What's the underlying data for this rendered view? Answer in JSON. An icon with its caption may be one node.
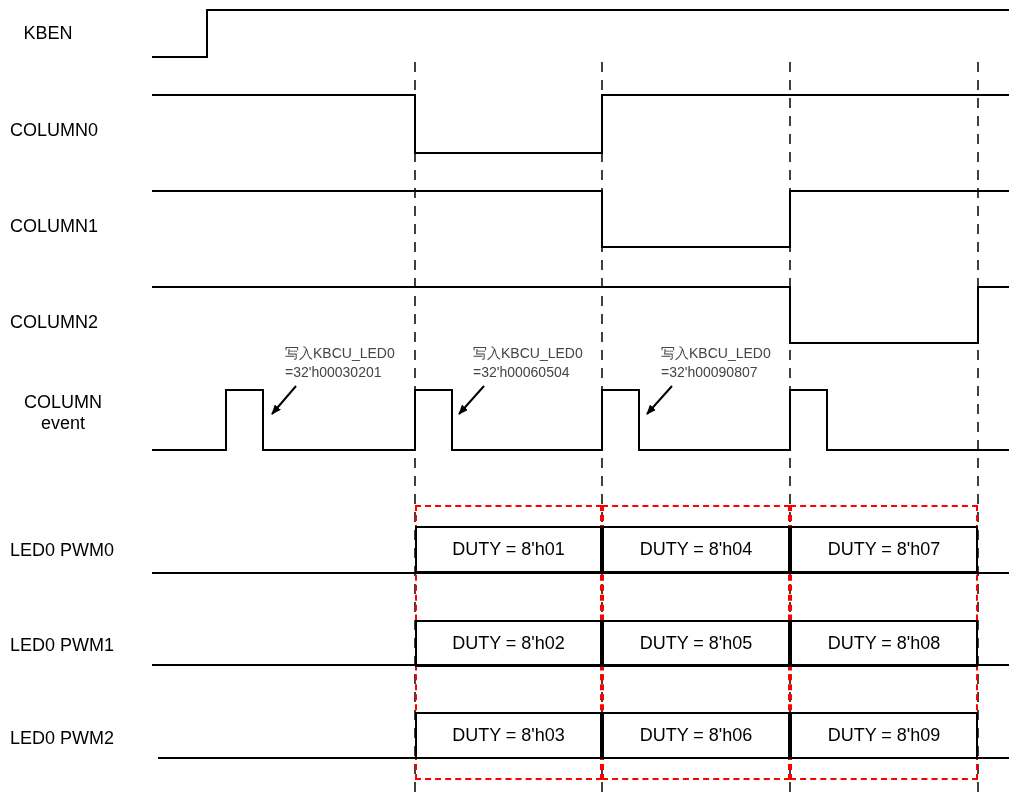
{
  "diagram": {
    "nodes": [
      {
        "text": [
          "写入KBCU_LED0 =32'h00030201"
        ]
      },
      {
        "text": [
          "写入KBCU_LED0 =32'h00060504"
        ]
      },
      {
        "text": [
          "写入KBCU_LED0 =32'h00090807"
        ]
      },
      {
        "text": [],
        "shape": "box"
      },
      {
        "text": [
          "DUTY = 8'h01"
        ],
        "in": 3
      },
      {
        "text": [
          "DUTY = 8'h02"
        ],
        "in": 3
      },
      {
        "text": [
          "DUTY = 8'h03"
        ],
        "in": 3
      },
      {
        "text": [],
        "shape": "box"
      },
      {
        "text": [
          "DUTY = 8'h04"
        ],
        "in": 7
      },
      {
        "text": [
          "DUTY = 8'h05"
        ],
        "in": 7
      },
      {
        "text": [
          "DUTY = 8'h06"
        ],
        "in": 7
      },
      {
        "text": [],
        "shape": "box"
      },
      {
        "text": [
          "DUTY = 8'h07"
        ],
        "in": 11
      },
      {
        "text": [
          "DUTY = 8'h08"
        ],
        "in": 11
      },
      {
        "text": [
          "DUTY = 8'h09"
        ],
        "in": 11
      }
    ],
    "edges": [
      {
        "from": 0,
        "to": null,
        "arrow": "to"
      },
      {
        "from": 1,
        "to": null,
        "arrow": "to"
      },
      {
        "from": 2,
        "to": null,
        "arrow": "to"
      }
    ],
    "labels": [
      "KBEN",
      "COLUMN0",
      "COLUMN1",
      "COLUMN2",
      "COLUMN event",
      "LED0 PWM0",
      "LED0 PWM1",
      "LED0 PWM2"
    ]
  }
}
